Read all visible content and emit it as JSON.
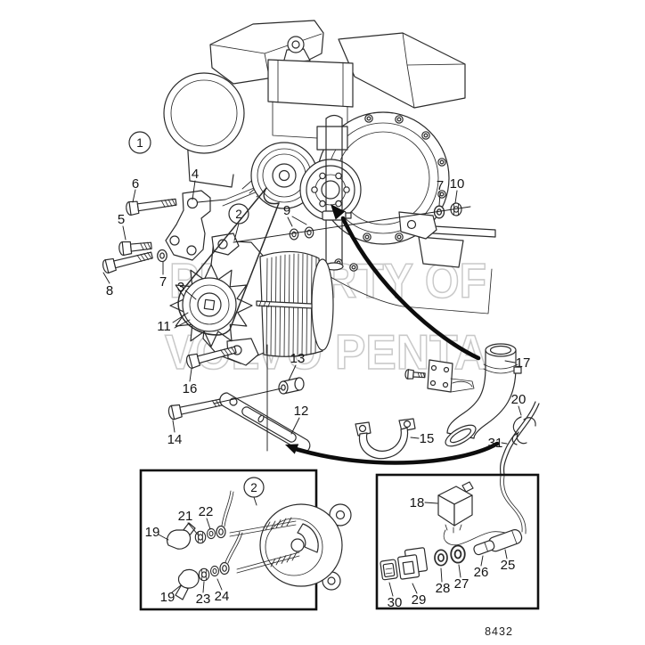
{
  "figure": {
    "drawing_number": "8432",
    "watermark": {
      "line1": "PROPERTY OF",
      "line2": "VOLVO PENTA"
    }
  },
  "callouts": {
    "main": [
      "1",
      "2",
      "4",
      "6",
      "5",
      "7",
      "8",
      "3",
      "11",
      "9",
      "7",
      "10",
      "13",
      "16",
      "14",
      "12",
      "15",
      "17",
      "20",
      "31"
    ],
    "inset_left": [
      "2",
      "19",
      "21",
      "22",
      "19",
      "23",
      "24"
    ],
    "inset_right": [
      "18",
      "25",
      "26",
      "27",
      "28",
      "29",
      "30"
    ]
  }
}
